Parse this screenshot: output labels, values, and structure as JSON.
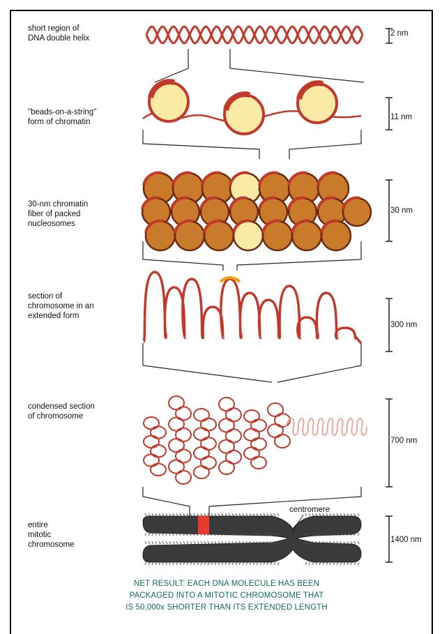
{
  "levels": [
    {
      "label": "short region of\nDNA double helix",
      "scale": "2 nm"
    },
    {
      "label": "\"beads-on-a-string\"\nform of chromatin",
      "scale": "11 nm"
    },
    {
      "label": "30-nm chromatin\nfiber of packed\nnucleosomes",
      "scale": "30 nm"
    },
    {
      "label": "section of\nchromosome in an\nextended form",
      "scale": "300 nm"
    },
    {
      "label": "condensed section\nof chromosome",
      "scale": "700 nm"
    },
    {
      "label": "entire\nmitotic\nchromosome",
      "scale": "1400 nm"
    }
  ],
  "centromere_label": "centromere",
  "net_result": "NET RESULT: EACH DNA MOLECULE HAS BEEN\nPACKAGED INTO A MITOTIC CHROMOSOME THAT\nIS 50,000x SHORTER THAN ITS EXTENDED LENGTH",
  "colors": {
    "dna": "#c0392b",
    "bead_fill": "#fbe9a6",
    "nucleosome_fill": "#c97a2a",
    "chromosome": "#3a3a3a",
    "highlight": "#e63c2e",
    "net_text": "#0f6b63"
  }
}
